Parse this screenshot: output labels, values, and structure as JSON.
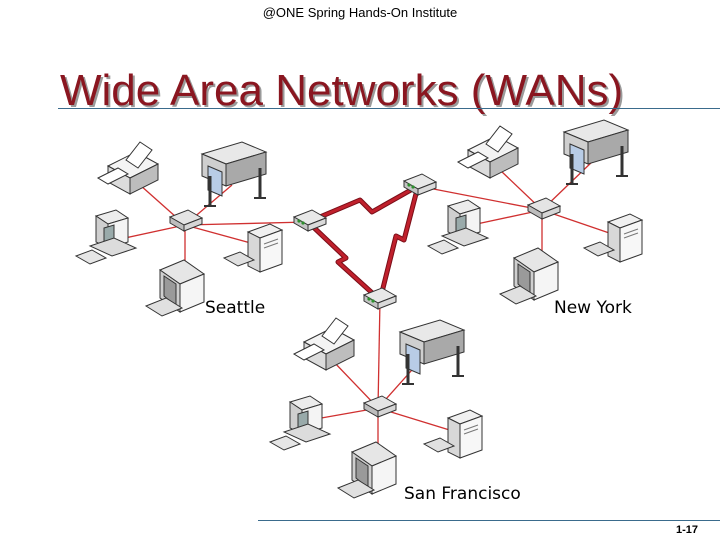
{
  "header": {
    "text": "@ONE Spring  Hands-On Institute"
  },
  "title": "Wide Area Networks (WANs)",
  "sites": [
    {
      "id": "seattle",
      "label": "Seattle"
    },
    {
      "id": "newyork",
      "label": "New York"
    },
    {
      "id": "sanfrancisco",
      "label": "San Francisco"
    }
  ],
  "footer": {
    "page_number": "1-17"
  },
  "colors": {
    "title": "#8a1620",
    "lan_link": "#d03030",
    "wan_link": "#b01828",
    "rule": "#3a6b8c"
  }
}
